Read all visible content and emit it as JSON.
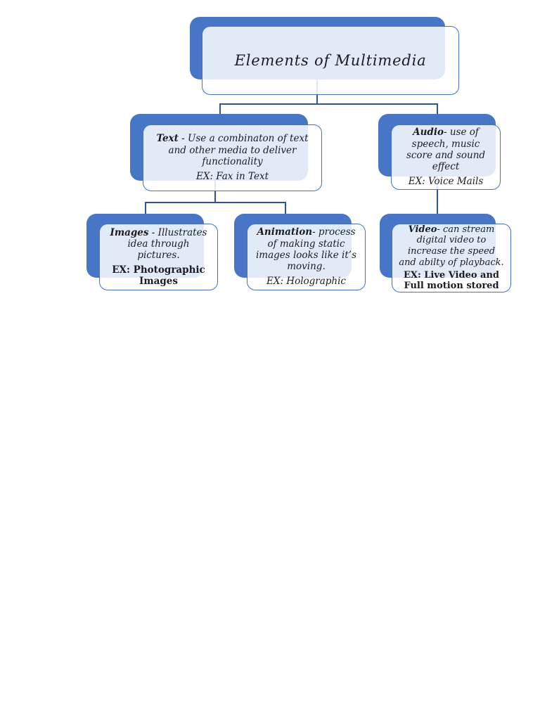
{
  "colors": {
    "node_blue": "#4876C7",
    "border_blue": "#4472C4",
    "connector_blue": "#2F5496",
    "front_fill": "rgba(255,255,255,0.85)",
    "text": "#1B1B24"
  },
  "diagram": {
    "title": {
      "label": "Elements of Multimedia"
    },
    "nodes": {
      "text": {
        "term": "Text",
        "desc": " - Use a combinaton of text and other media to deliver functionality",
        "example": "EX: Fax in Text"
      },
      "audio": {
        "term": "Audio",
        "desc": "- use of speech, music score and sound effect",
        "example": "EX: Voice Mails"
      },
      "images": {
        "term": "Images",
        "desc": " - Illustrates idea through pictures.",
        "example": "EX: Photographic Images"
      },
      "animation": {
        "term": "Animation",
        "desc": "- process of making static images looks like it’s moving.",
        "example": "EX: Holographic"
      },
      "video": {
        "term": "Video",
        "desc": "- can stream digital video to increase the speed and abilty of playback.",
        "example": "EX: Live Video and Full motion stored"
      }
    }
  }
}
